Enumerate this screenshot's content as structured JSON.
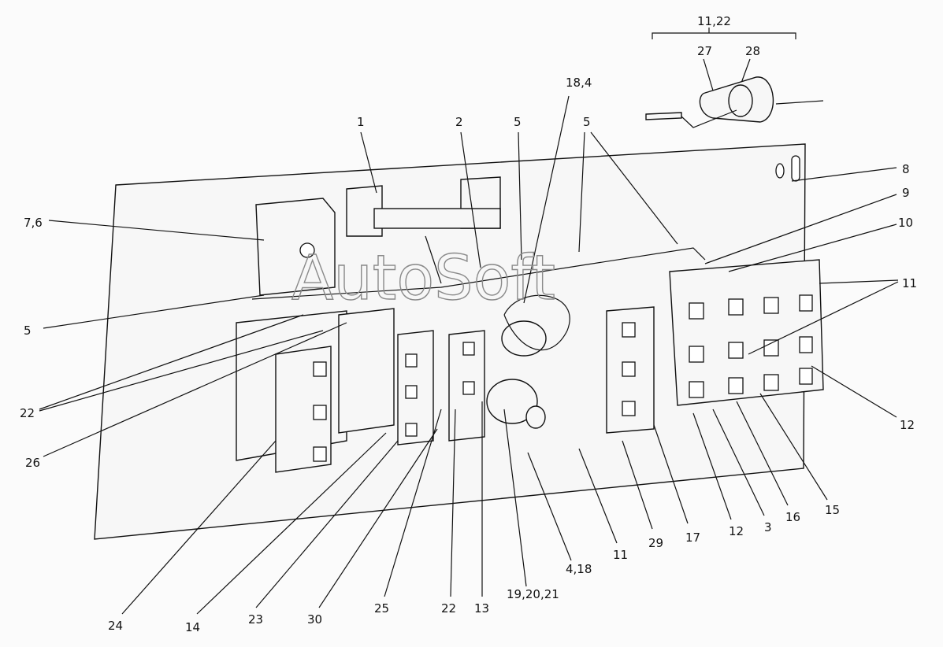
{
  "diagram": {
    "watermark": "AutoSoft",
    "detail_callout": {
      "group_label": "11,22",
      "labels": [
        "27",
        "28"
      ]
    },
    "labels": {
      "l_18_4": "18,4",
      "l_1": "1",
      "l_2": "2",
      "l_5a": "5",
      "l_5b": "5",
      "l_8": "8",
      "l_9": "9",
      "l_10": "10",
      "l_11_right": "11",
      "l_12_right": "12",
      "l_7_6": "7,6",
      "l_5_left": "5",
      "l_22_left": "22",
      "l_26": "26",
      "l_24": "24",
      "l_14": "14",
      "l_23": "23",
      "l_30": "30",
      "l_25": "25",
      "l_22_bottom": "22",
      "l_13": "13",
      "l_19_20_21": "19,20,21",
      "l_4_18": "4,18",
      "l_11_bottom": "11",
      "l_29": "29",
      "l_17": "17",
      "l_12_bottom": "12",
      "l_3": "3",
      "l_16": "16",
      "l_15": "15"
    }
  }
}
